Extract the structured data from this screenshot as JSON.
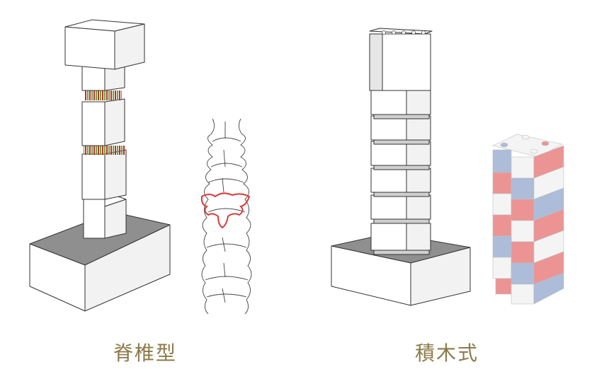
{
  "captions": {
    "left": "脊椎型",
    "right": "積木式"
  },
  "colors": {
    "caption": "#8b7a4a",
    "face_light": "#ffffff",
    "face_side": "#f2f2f2",
    "face_shade": "#8f8f8f",
    "outline": "#333333",
    "highlight_red": "#d83a3a",
    "lego_red": "#ec8f8f",
    "lego_blue": "#a9b9d6",
    "lego_white": "#f4f4f4",
    "connector_green": "#6fa23c"
  },
  "figures": [
    {
      "id": "spine-tower",
      "icon": "spine-tower-illustration"
    },
    {
      "id": "spine-vertebrae",
      "icon": "vertebral-column-illustration"
    },
    {
      "id": "block-tower",
      "icon": "stacked-block-tower-illustration"
    },
    {
      "id": "lego-column",
      "icon": "lego-column-illustration"
    }
  ]
}
